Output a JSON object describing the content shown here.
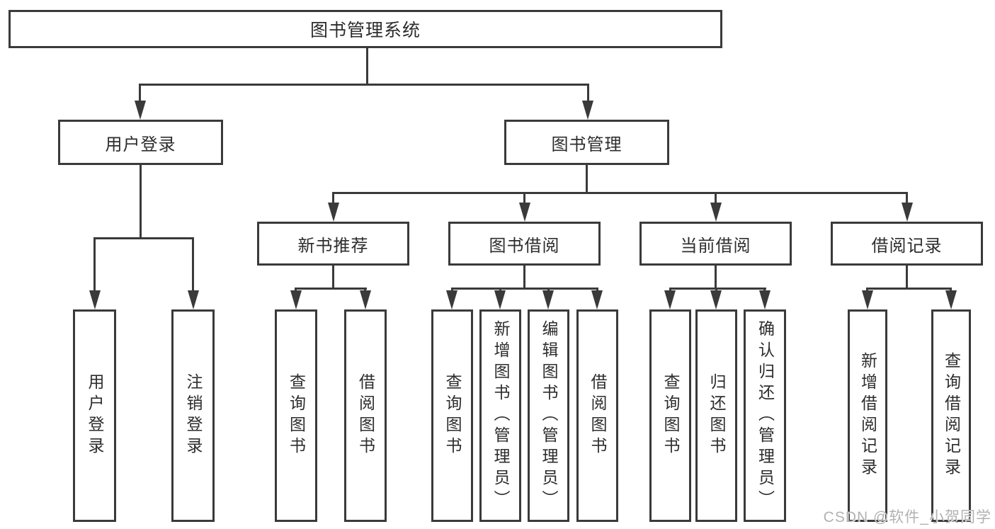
{
  "title": "图书管理系统",
  "colors": {
    "line": "#3a3a3a",
    "text": "#2d2d2d",
    "bg": "#ffffff",
    "watermark": "#b2b2b2"
  },
  "nodes": {
    "root": "图书管理系统",
    "user_login": "用户登录",
    "book_mgmt": "图书管理",
    "new_book_rec": "新书推荐",
    "book_borrow": "图书借阅",
    "current_borrow": "当前借阅",
    "borrow_record": "借阅记录"
  },
  "leaves": {
    "user_login": [
      "用户登录",
      "注销登录"
    ],
    "new_book_rec": [
      "查询图书",
      "借阅图书"
    ],
    "book_borrow": [
      "查询图书",
      "新增图书（管理员）",
      "编辑图书（管理员）",
      "借阅图书"
    ],
    "current_borrow": [
      "查询图书",
      "归还图书",
      "确认归还（管理员）"
    ],
    "borrow_record": [
      "新增借阅记录",
      "查询借阅记录"
    ]
  },
  "watermark": "CSDN @软件_小贺同学"
}
